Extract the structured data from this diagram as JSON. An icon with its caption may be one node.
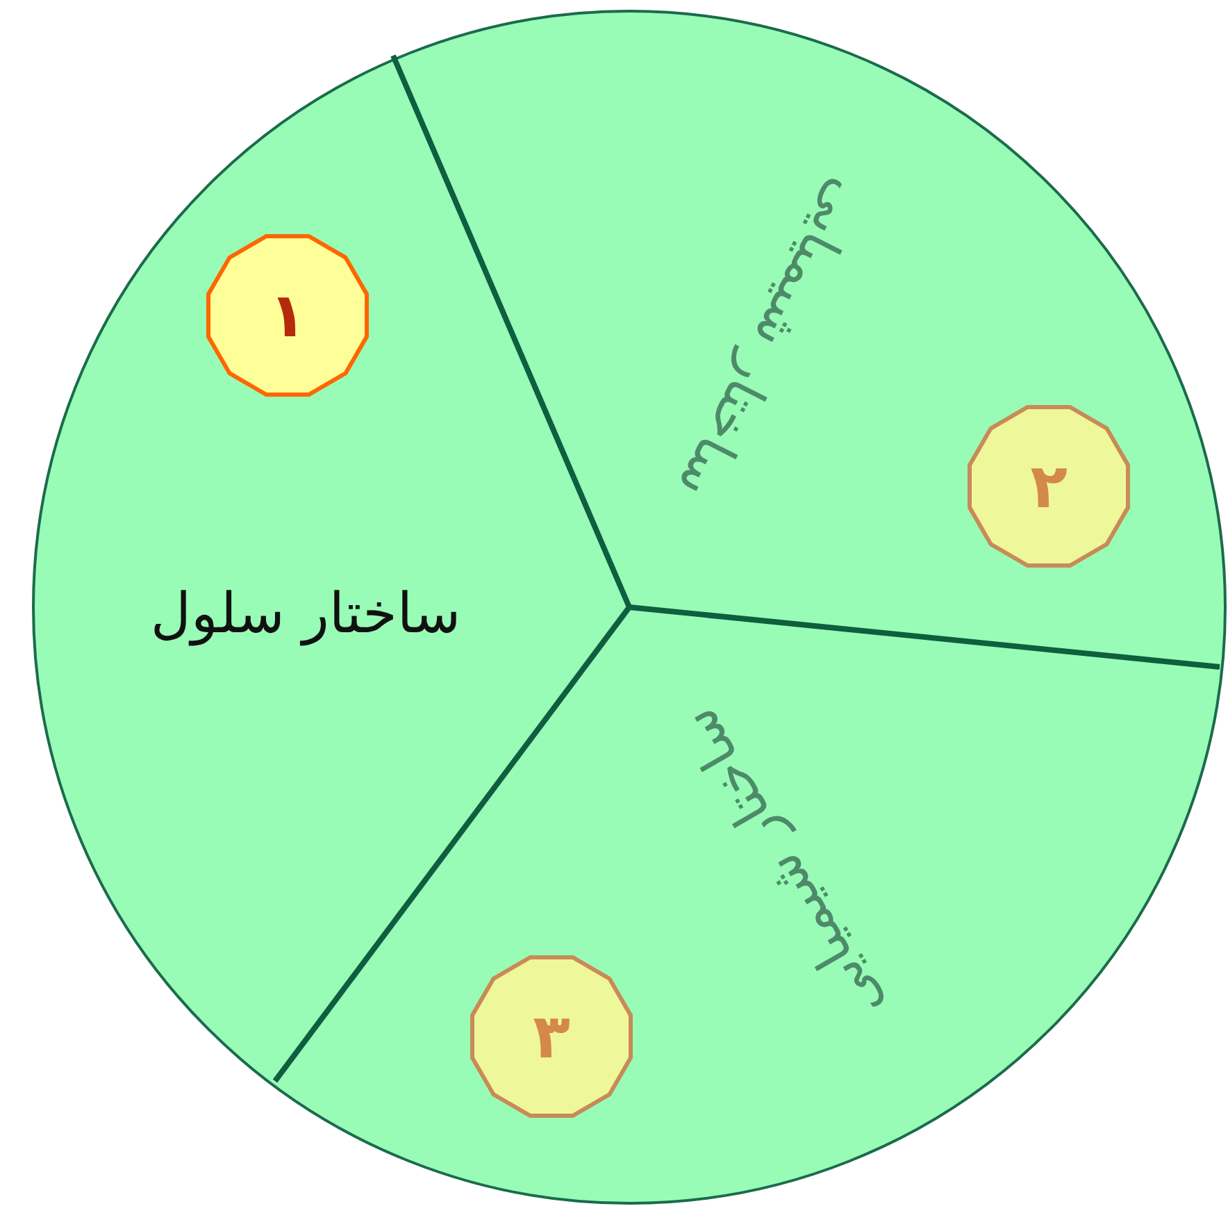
{
  "diagram": {
    "nodes": [
      {
        "text": [],
        "shape": "circle"
      },
      {
        "text": [
          "١"
        ],
        "in": 0
      },
      {
        "text": [
          "٢"
        ],
        "in": 0
      },
      {
        "text": [
          "٣"
        ],
        "in": 0
      }
    ],
    "labels": [
      "ساختار سلول",
      "ساختار شیمیایی",
      "ساختار شیمیایی"
    ]
  }
}
